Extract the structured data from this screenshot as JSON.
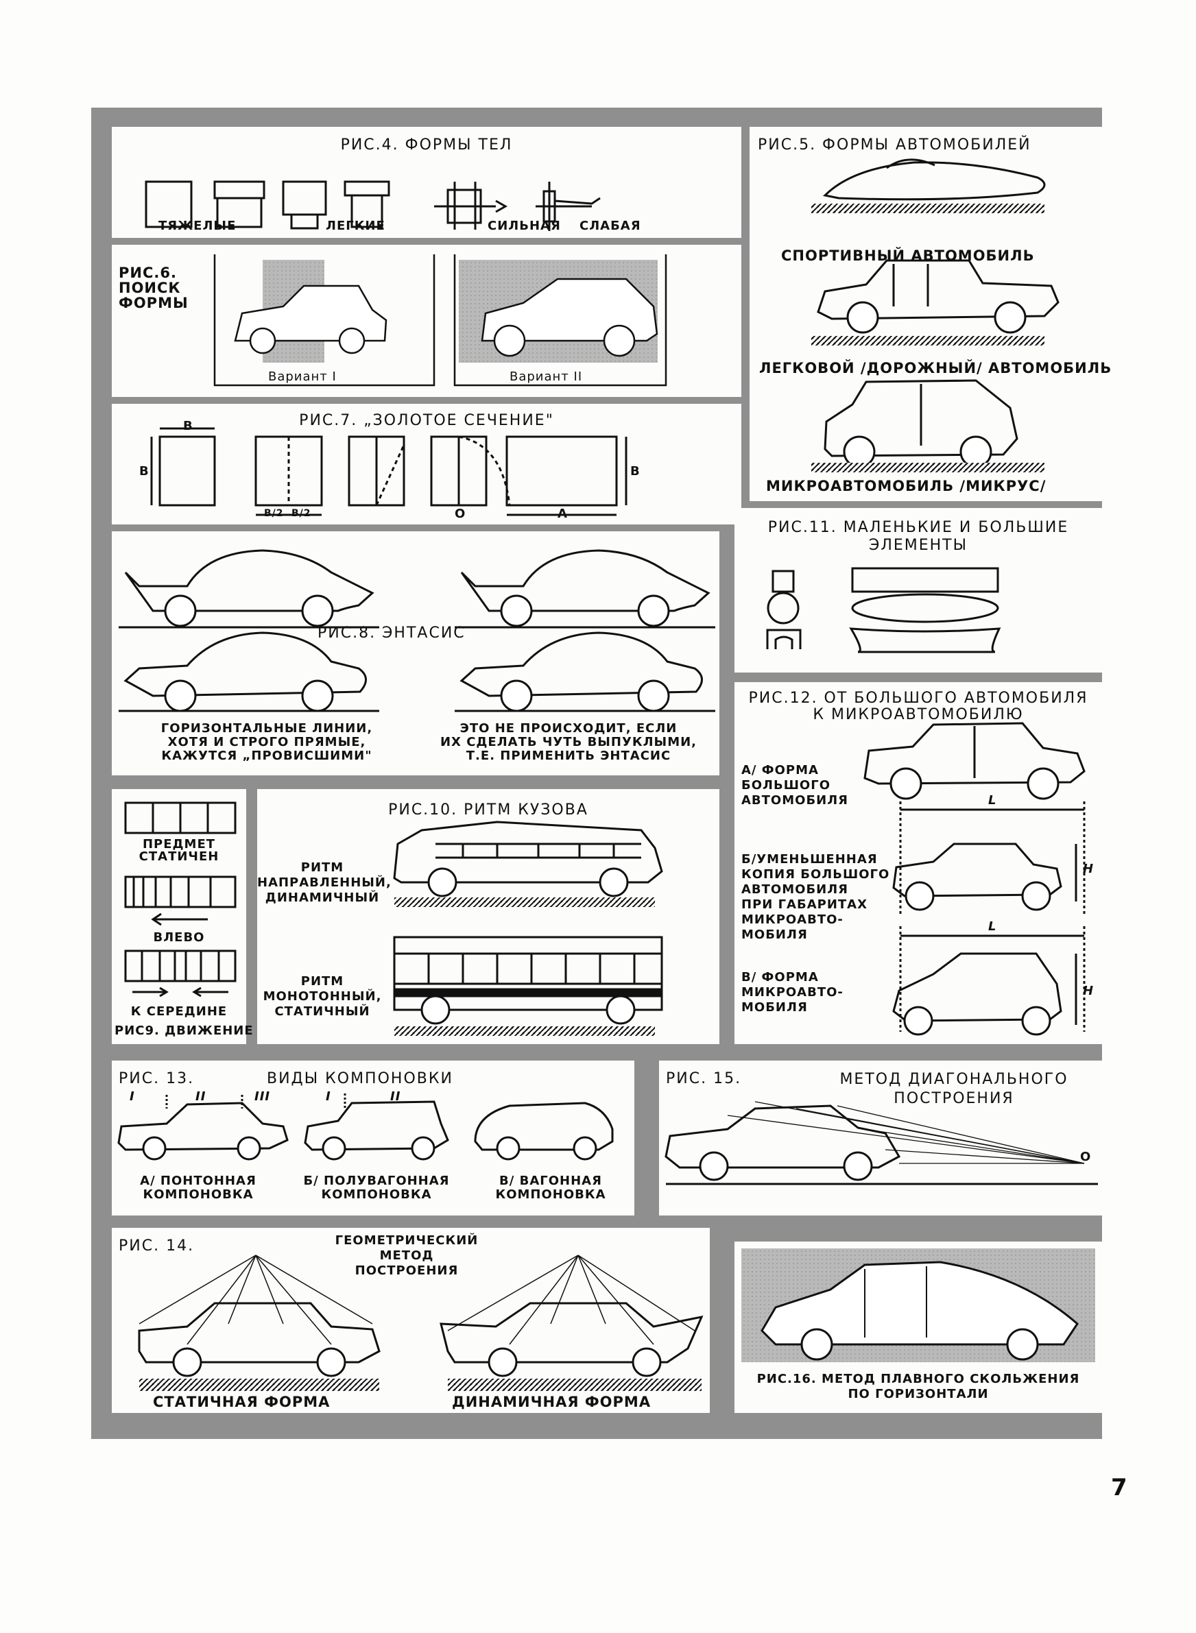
{
  "page_number": "7",
  "fig4": {
    "title": "Рис.4. ФОРМЫ ТЕЛ",
    "labels": [
      "ТЯЖЕЛЫЕ",
      "ЛЕГКИЕ",
      "СИЛЬНАЯ",
      "СЛАБАЯ"
    ]
  },
  "fig5": {
    "title": "Рис.5. ФОРМЫ АВТОМОБИЛЕЙ",
    "labels": [
      "СПОРТИВНЫЙ АВТОМОБИЛЬ",
      "ЛЕГКОВОЙ /ДОРОЖНЫЙ/ АВТОМОБИЛЬ",
      "МИКРОАВТОМОБИЛЬ /МИКРУС/"
    ]
  },
  "fig6": {
    "title": "Рис.6. ПОИСК ФОРМЫ",
    "variants": [
      "Вариант I",
      "Вариант II"
    ]
  },
  "fig7": {
    "title": "Рис.7. „ЗОЛОТОЕ СЕЧЕНИЕ\"",
    "marks": [
      "в",
      "в",
      "в/2",
      "в/2",
      "а",
      "о",
      "в"
    ]
  },
  "fig8": {
    "title": "Рис.8. ЭНТАСИС",
    "caption_left": "ГОРИЗОНТАЛЬНЫЕ ЛИНИИ,\nХОТЯ И СТРОГО ПРЯМЫЕ,\nКАЖУТСЯ „ПРОВИСШИМИ\"",
    "caption_right": "ЭТО НЕ ПРОИСХОДИТ, ЕСЛИ\nИХ СДЕЛАТЬ ЧУТЬ ВЫПУКЛЫМИ,\nТ.Е. ПРИМЕНИТЬ ЭНТАСИС"
  },
  "fig9": {
    "title": "Рис9. ДВИЖЕНИЕ",
    "labels": [
      "ПРЕДМЕТ\nСТАТИЧЕН",
      "ВЛЕВО",
      "К СЕРЕДИНЕ"
    ]
  },
  "fig10": {
    "title": "Рис.10. РИТМ КУЗОВА",
    "labels": [
      "РИТМ\nНАПРАВЛЕННЫЙ,\nДИНАМИЧНЫЙ",
      "РИТМ\nМОНОТОННЫЙ,\nСТАТИЧНЫЙ"
    ]
  },
  "fig11": {
    "title": "Рис.11. МАЛЕНЬКИЕ И БОЛЬШИЕ\nЭЛЕМЕНТЫ"
  },
  "fig12": {
    "title": "Рис.12. ОТ БОЛЬШОГО АВТОМОБИЛЯ\nК МИКРОАВТОМОБИЛЮ",
    "labels": [
      "а/ ФОРМА\nБОЛЬШОГО\nАВТОМОБИЛЯ",
      "б/УМЕНЬШЕННАЯ\nКОПИЯ БОЛЬШОГО\nАВТОМОБИЛЯ\nПРИ ГАБАРИТАХ\nМИКРОАВТО-\nМОБИЛЯ",
      "в/ ФОРМА\nМИКРОАВТО-\nМОБИЛЯ"
    ],
    "marks": [
      "L",
      "h",
      "L",
      "h"
    ]
  },
  "fig13": {
    "title": "Рис. 13.",
    "subtitle": "ВИДЫ КОМПОНОВКИ",
    "roman": [
      "I",
      "II",
      "III",
      "I",
      "II"
    ],
    "labels": [
      "а/ ПОНТОННАЯ\nКОМПОНОВКА",
      "б/ ПОЛУВАГОННАЯ\nКОМПОНОВКА",
      "в/ ВАГОННАЯ\nКОМПОНОВКА"
    ]
  },
  "fig14": {
    "title": "Рис. 14.",
    "subtitle": "ГЕОМЕТРИЧЕСКИЙ\nМЕТОД\nПОСТРОЕНИЯ",
    "labels": [
      "СТАТИЧНАЯ ФОРМА",
      "ДИНАМИЧНАЯ ФОРМА"
    ]
  },
  "fig15": {
    "title": "Рис. 15.",
    "subtitle": "МЕТОД ДИАГОНАЛЬНОГО\nПОСТРОЕНИЯ",
    "mark": "О"
  },
  "fig16": {
    "title": "Рис.16. МЕТОД ПЛАВНОГО СКОЛЬЖЕНИЯ\nПО ГОРИЗОНТАЛИ"
  }
}
